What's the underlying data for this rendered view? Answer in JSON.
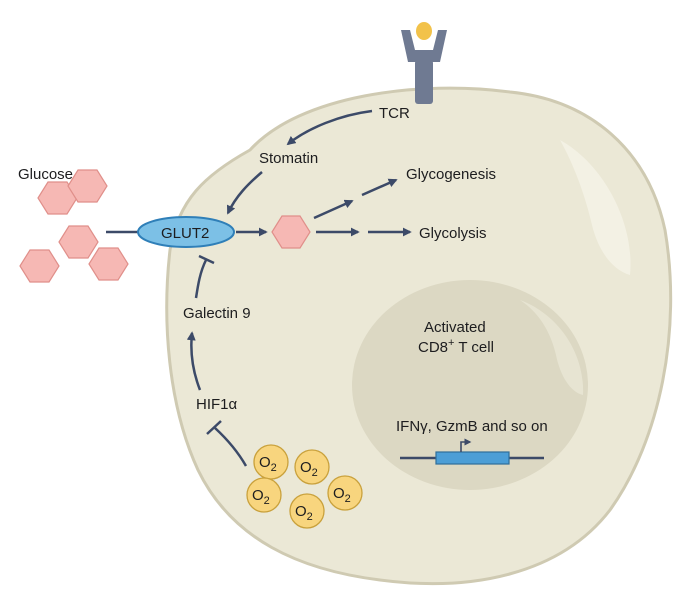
{
  "labels": {
    "glucose": "Glucose",
    "glut2": "GLUT2",
    "tcr": "TCR",
    "stomatin": "Stomatin",
    "glycogenesis": "Glycogenesis",
    "glycolysis": "Glycolysis",
    "galectin9": "Galectin 9",
    "hif1a": "HIF1α",
    "cell_line1": "Activated",
    "cell_line2_main": "CD8",
    "cell_line2_sup": "+",
    "cell_line2_rest": " T cell",
    "gene": "IFNγ, GzmB and so on",
    "o2_main": "O",
    "o2_sub": "2"
  },
  "icons": {
    "glucose": "hexagon",
    "oxygen": "circle",
    "receptor": "y-shaped-receptor",
    "activation": "arrow",
    "inhibition": "t-bar"
  },
  "colors": {
    "cell_fill": "#ebe8d6",
    "cell_stroke": "#cfcab2",
    "nucleus_fill": "#dcd8c3",
    "glucose_fill": "#f6b8b4",
    "glucose_stroke": "#e08f8a",
    "glut2_fill": "#7cc0e6",
    "glut2_stroke": "#2f7fb8",
    "receptor": "#6f7a92",
    "ligand": "#f2c24a",
    "oxygen_fill": "#f8d57e",
    "oxygen_stroke": "#c9a13c",
    "arrow": "#3c4a68",
    "gene_box": "#4c9ed6"
  }
}
